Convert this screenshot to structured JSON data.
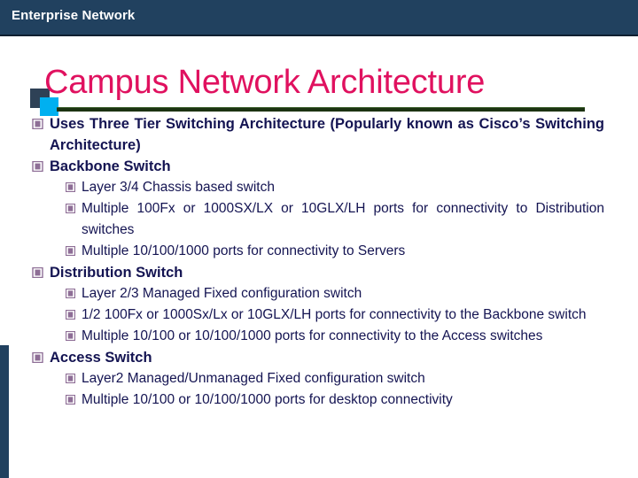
{
  "header": {
    "title": "Enterprise Network",
    "bar_color": "#21415f",
    "text_color": "#ffffff"
  },
  "slide": {
    "title": "Campus Network Architecture",
    "title_color": "#e0115f",
    "underline_color": "#1c3312",
    "body_text_color": "#141452",
    "bullet_icon_name": "square-window-bullet-icon",
    "bullet_icon_color": "#8e6e96"
  },
  "decorations": {
    "dark_square_color": "#2e4156",
    "cyan_square_color": "#00b0f0",
    "left_bar_color": "#21415f"
  },
  "content": [
    {
      "level": 1,
      "text": "Uses Three Tier Switching Architecture (Popularly known as Cisco’s Switching Architecture)",
      "justify": true
    },
    {
      "level": 1,
      "text": "Backbone Switch",
      "justify": false
    },
    {
      "level": 2,
      "text": "Layer 3/4 Chassis based switch",
      "justify": false
    },
    {
      "level": 2,
      "text": "Multiple 100Fx or 1000SX/LX or 10GLX/LH ports for connectivity to Distribution switches",
      "justify": true
    },
    {
      "level": 2,
      "text": "Multiple 10/100/1000 ports for connectivity to Servers",
      "justify": false
    },
    {
      "level": 1,
      "text": "Distribution Switch",
      "justify": false
    },
    {
      "level": 2,
      "text": "Layer 2/3 Managed Fixed configuration switch",
      "justify": false
    },
    {
      "level": 2,
      "text": "1/2 100Fx or 1000Sx/Lx or 10GLX/LH ports for connectivity to the Backbone switch",
      "justify": true
    },
    {
      "level": 2,
      "text": "Multiple 10/100 or 10/100/1000 ports for connectivity to the Access switches",
      "justify": true
    },
    {
      "level": 1,
      "text": "Access Switch",
      "justify": false
    },
    {
      "level": 2,
      "text": "Layer2 Managed/Unmanaged Fixed configuration switch",
      "justify": false
    },
    {
      "level": 2,
      "text": "Multiple 10/100 or 10/100/1000 ports for desktop connectivity",
      "justify": false
    }
  ]
}
